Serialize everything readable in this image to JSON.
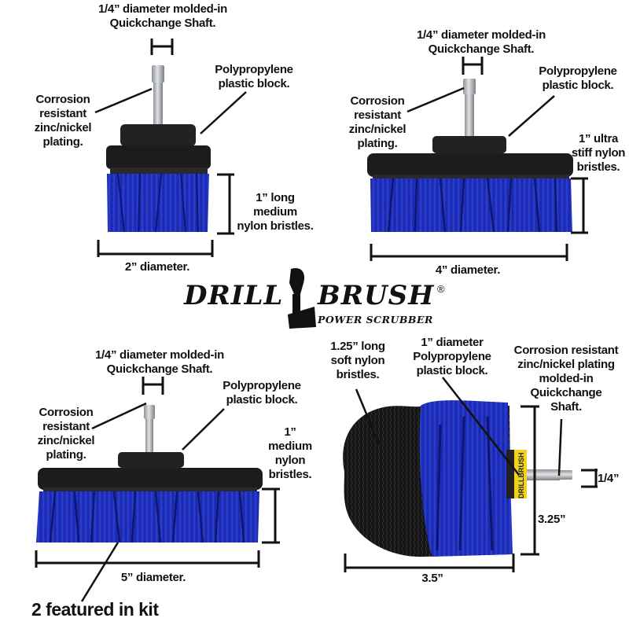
{
  "brand": {
    "name_left": "DRILL",
    "name_right": "BRUSH",
    "registered": "®",
    "tagline": "POWER SCRUBBER",
    "colors": {
      "bristle_blue": "#1f2fbf",
      "block_black": "#1c1c1c",
      "shaft_silver": "#b9bcc0",
      "label_yellow": "#f2d21b"
    }
  },
  "brushes": [
    {
      "id": "brush-2in",
      "shaft_label": "1/4” diameter molded-in\nQuickchange Shaft.",
      "block_label": "Polypropylene\nplastic block.",
      "plating_label": "Corrosion\nresistant\nzinc/nickel\nplating.",
      "bristle_label": "1” long\nmedium\nnylon bristles.",
      "diameter_label": "2” diameter."
    },
    {
      "id": "brush-4in",
      "shaft_label": "1/4” diameter molded-in\nQuickchange Shaft.",
      "block_label": "Polypropylene\nplastic block.",
      "plating_label": "Corrosion\nresistant\nzinc/nickel\nplating.",
      "bristle_label": "1” ultra\nstiff nylon\nbristles.",
      "diameter_label": "4” diameter."
    },
    {
      "id": "brush-5in",
      "shaft_label": "1/4” diameter molded-in\nQuickchange Shaft.",
      "block_label": "Polypropylene\nplastic block.",
      "plating_label": "Corrosion\nresistant\nzinc/nickel\nplating.",
      "bristle_label": "1”\nmedium\nnylon\nbristles.",
      "diameter_label": "5” diameter.",
      "kit_note": "2 featured in kit"
    },
    {
      "id": "brush-corner",
      "bristle_label": "1.25” long\nsoft nylon\nbristles.",
      "block_label": "1” diameter\nPolypropylene\nplastic block.",
      "shaft_label": "Corrosion resistant\nzinc/nickel plating\nmolded-in\nQuickchange\nShaft.",
      "shaft_dim": "1/4”",
      "height_dim": "3.25”",
      "width_dim": "3.5”",
      "block_print": "DRILLBRUSH"
    }
  ]
}
